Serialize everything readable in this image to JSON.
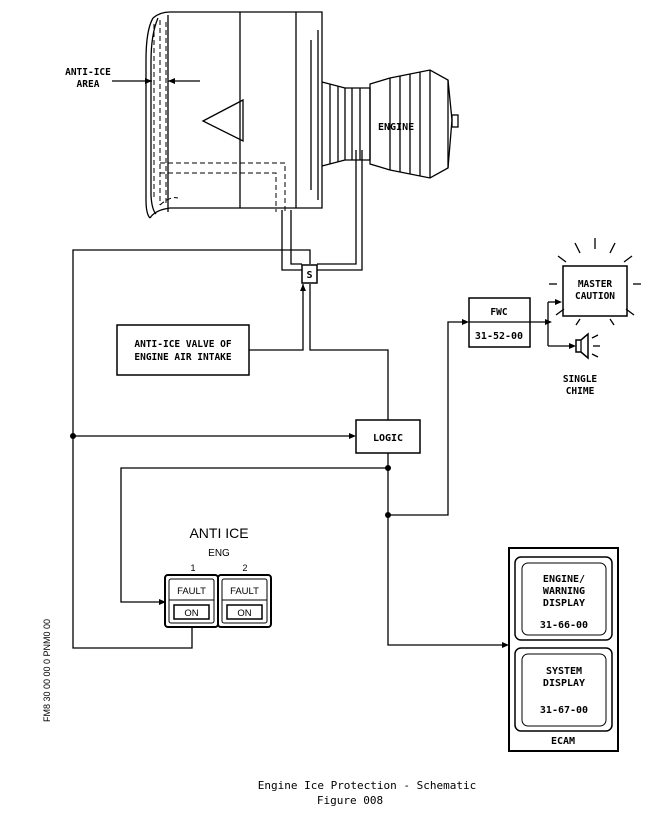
{
  "anti_ice_area": [
    "ANTI-ICE",
    "AREA"
  ],
  "engine_label": "ENGINE",
  "valve": {
    "s_label": "S",
    "lines": [
      "ANTI-ICE VALVE OF",
      "ENGINE AIR INTAKE"
    ]
  },
  "logic_label": "LOGIC",
  "fwc": {
    "title": "FWC",
    "ref": "31-52-00"
  },
  "master_caution": [
    "MASTER",
    "CAUTION"
  ],
  "single_chime": [
    "SINGLE",
    "CHIME"
  ],
  "panel": {
    "title": "ANTI ICE",
    "subtitle": "ENG",
    "buttons": [
      {
        "number": "1",
        "fault": "FAULT",
        "on": "ON"
      },
      {
        "number": "2",
        "fault": "FAULT",
        "on": "ON"
      }
    ]
  },
  "ecam": {
    "label": "ECAM",
    "engine_warning_display": {
      "lines": [
        "ENGINE/",
        "WARNING",
        "DISPLAY"
      ],
      "ref": "31-66-00"
    },
    "system_display": {
      "lines": [
        "SYSTEM",
        "DISPLAY"
      ],
      "ref": "31-67-00"
    }
  },
  "side_code": "FM8 30 00 00 0 PNM0 00",
  "caption": {
    "title": "Engine Ice Protection - Schematic",
    "figure": "Figure 008"
  }
}
